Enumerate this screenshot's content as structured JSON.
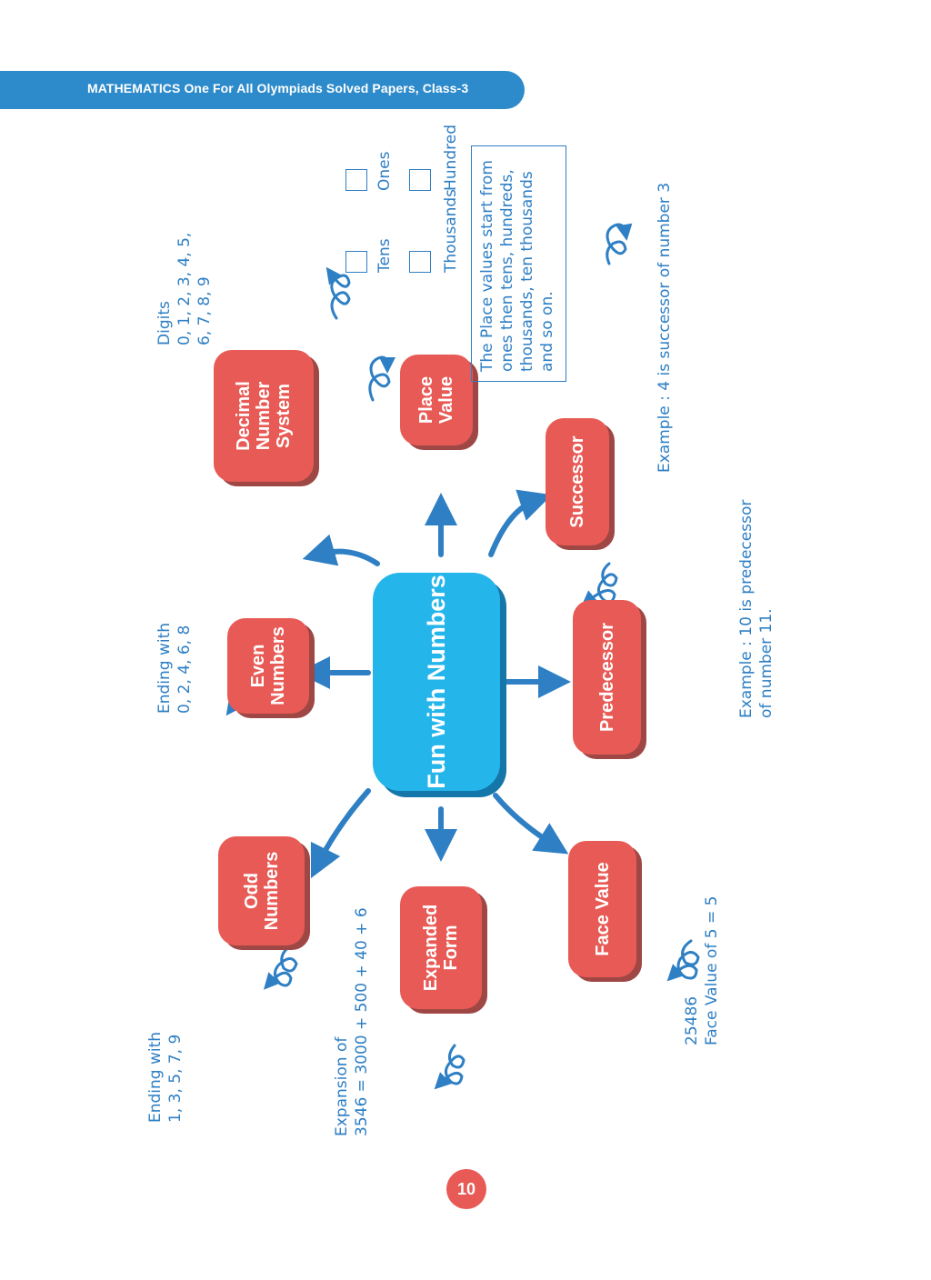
{
  "header": {
    "title": "MATHEMATICS One For All Olympiads Solved Papers, Class-3"
  },
  "page_number": "10",
  "center": {
    "label": "Fun with Numbers"
  },
  "nodes": {
    "odd": {
      "label": "Odd Numbers",
      "note": "Ending with\n1, 3, 5, 7, 9"
    },
    "even": {
      "label": "Even Numbers",
      "note": "Ending with\n0, 2, 4, 6, 8"
    },
    "decimal": {
      "label": "Decimal Number System",
      "note": "Digits\n0, 1, 2, 3, 4, 5,\n6, 7, 8, 9"
    },
    "expanded": {
      "label": "Expanded Form",
      "note": "Expansion of\n3546 = 3000 + 500 + 40 + 6"
    },
    "place": {
      "label": "Place Value",
      "grid": {
        "tens": "Tens",
        "ones": "Ones",
        "thousands": "Thousands",
        "hundred": "Hundred"
      },
      "box_note": "The Place values start from ones then tens, hundreds, thousands, ten thousands and so on."
    },
    "face": {
      "label": "Face Value",
      "note": "25486\nFace Value of 5 = 5"
    },
    "predecessor": {
      "label": "Predecessor",
      "note": "Example : 10 is predecessor\nof number 11."
    },
    "successor": {
      "label": "Successor",
      "note": "Example : 4 is successor of number 3"
    }
  },
  "colors": {
    "header": "#2e8bcb",
    "node": "#e85a55",
    "center": "#24b5ea",
    "ink": "#2e7fc4"
  }
}
